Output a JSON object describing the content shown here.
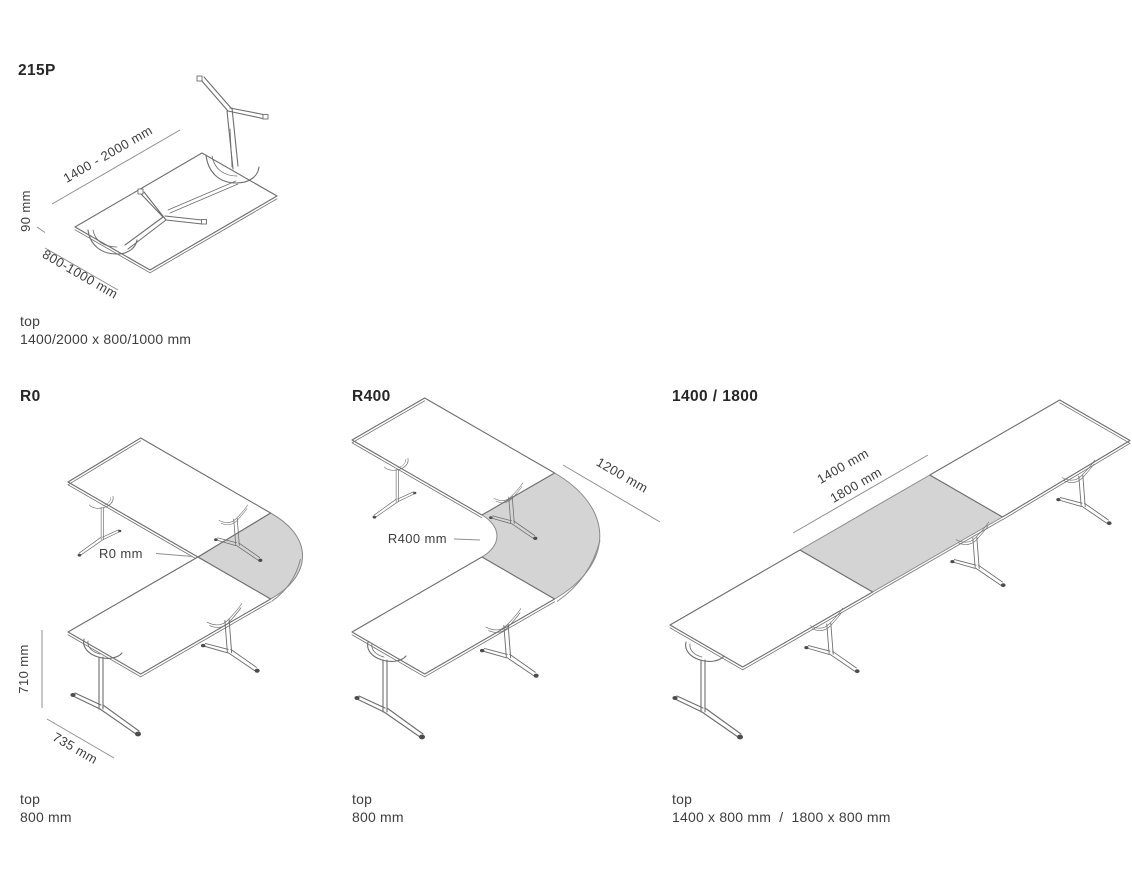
{
  "colors": {
    "background": "#ffffff",
    "line": "#6e6e6e",
    "dim_line": "#8f8f8f",
    "shade": "#d4d4d4",
    "text": "#3e3e3e",
    "heading": "#272727"
  },
  "sections": {
    "s215p": {
      "heading": "215P",
      "dims": {
        "length": "1400 - 2000 mm",
        "height": "90 mm",
        "depth": "800-1000 mm"
      },
      "caption": {
        "label": "top",
        "value": "1400/2000 x 800/1000 mm"
      }
    },
    "r0": {
      "heading": "R0",
      "dims": {
        "radius": "R0 mm",
        "height": "710 mm",
        "depth": "735 mm"
      },
      "caption": {
        "label": "top",
        "value": "800 mm"
      }
    },
    "r400": {
      "heading": "R400",
      "dims": {
        "radius": "R400 mm",
        "width": "1200 mm"
      },
      "caption": {
        "label": "top",
        "value": "800 mm"
      }
    },
    "run1400_1800": {
      "heading": "1400 / 1800",
      "dims": {
        "length_a": "1400 mm",
        "length_b": "1800 mm"
      },
      "caption": {
        "label": "top",
        "value": "1400 x 800 mm  /  1800 x 800 mm"
      }
    }
  }
}
